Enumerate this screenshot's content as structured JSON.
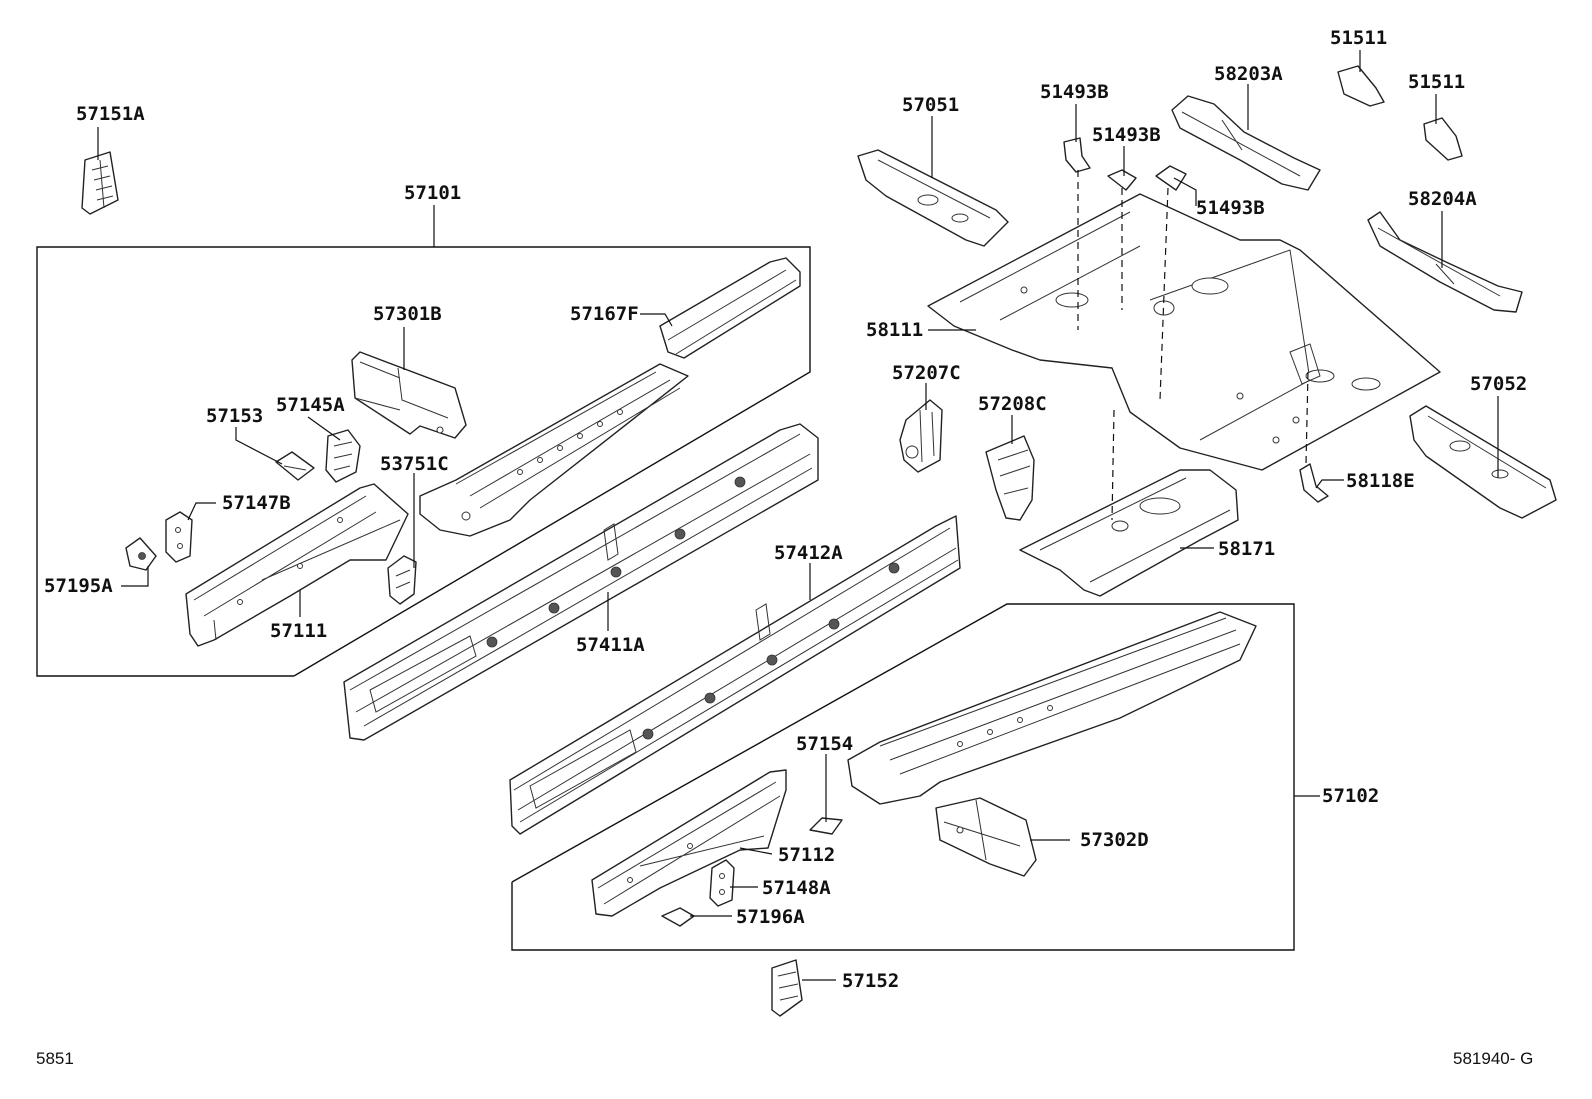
{
  "labels": {
    "p57151A": "57151A",
    "p57101": "57101",
    "p57301B": "57301B",
    "p57167F": "57167F",
    "p57153": "57153",
    "p57145A": "57145A",
    "p53751C": "53751C",
    "p57147B": "57147B",
    "p57195A": "57195A",
    "p57111": "57111",
    "p57411A": "57411A",
    "p57412A": "57412A",
    "p57051": "57051",
    "p51493B_1": "51493B",
    "p51493B_2": "51493B",
    "p51493B_3": "51493B",
    "p58203A": "58203A",
    "p51511_1": "51511",
    "p51511_2": "51511",
    "p58204A": "58204A",
    "p58111": "58111",
    "p57207C": "57207C",
    "p57208C": "57208C",
    "p57052": "57052",
    "p58118E": "58118E",
    "p58171": "58171",
    "p57154": "57154",
    "p57102": "57102",
    "p57112": "57112",
    "p57302D": "57302D",
    "p57148A": "57148A",
    "p57196A": "57196A",
    "p57152": "57152"
  },
  "corner": {
    "bottom_left": "5851",
    "bottom_right": "581940- G"
  }
}
